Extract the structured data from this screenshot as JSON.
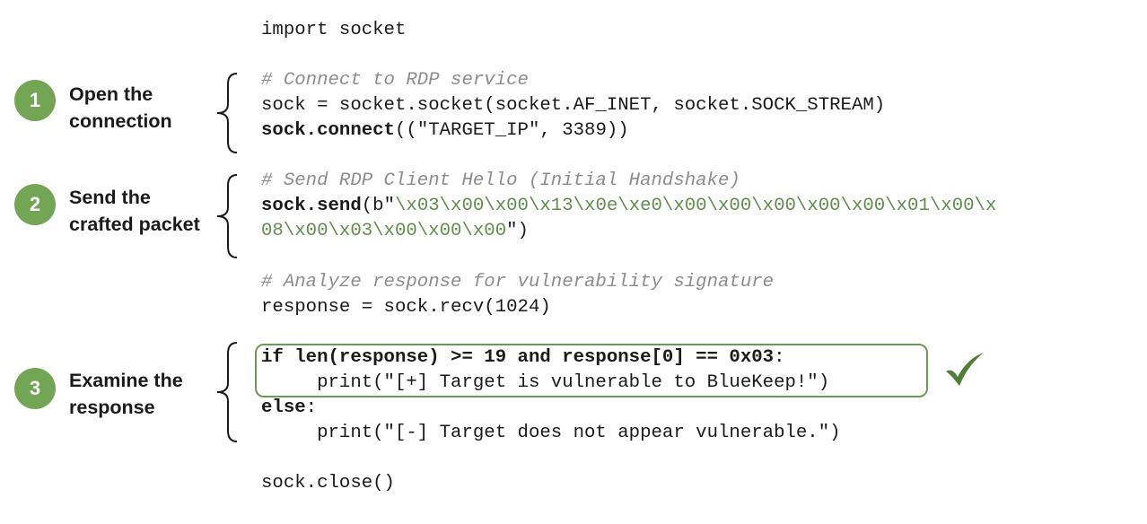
{
  "steps": [
    {
      "number": "1",
      "line1": "Open the",
      "line2": "connection"
    },
    {
      "number": "2",
      "line1": "Send the",
      "line2": "crafted packet"
    },
    {
      "number": "3",
      "line1": "Examine the",
      "line2": "response"
    }
  ],
  "code": {
    "l01": "import socket",
    "l02_comment": "# Connect to RDP service",
    "l03": "sock = socket.socket(socket.AF_INET, socket.SOCK_STREAM)",
    "l04_kw": "sock.connect",
    "l04_rest": "((\"TARGET_IP\", 3389))",
    "l05_comment": "# Send RDP Client Hello (Initial Handshake)",
    "l06_kw": "sock.send",
    "l06_pre": "(b\"",
    "l06_bytes": "\\x03\\x00\\x00\\x13\\x0e\\xe0\\x00\\x00\\x00\\x00\\x00\\x01\\x00\\x",
    "l07_bytes": "08\\x00\\x03\\x00\\x00\\x00",
    "l07_post": "\")",
    "l08_comment": "# Analyze response for vulnerability signature",
    "l09": "response = sock.recv(1024)",
    "l10_kw": "if len(response) >= 19 and response[0] == 0x03",
    "l10_colon": ":",
    "l11": "     print(\"[+] Target is vulnerable to BlueKeep!\")",
    "l12_kw": "else",
    "l12_colon": ":",
    "l13": "     print(\"[-] Target does not appear vulnerable.\")",
    "l14": "sock.close()"
  },
  "colors": {
    "accent_green": "#72a554",
    "string_green": "#5f8f4a",
    "comment_gray": "#8c8c8c"
  },
  "icons": {
    "check": "check-mark-icon",
    "brace": "curly-brace-icon"
  }
}
